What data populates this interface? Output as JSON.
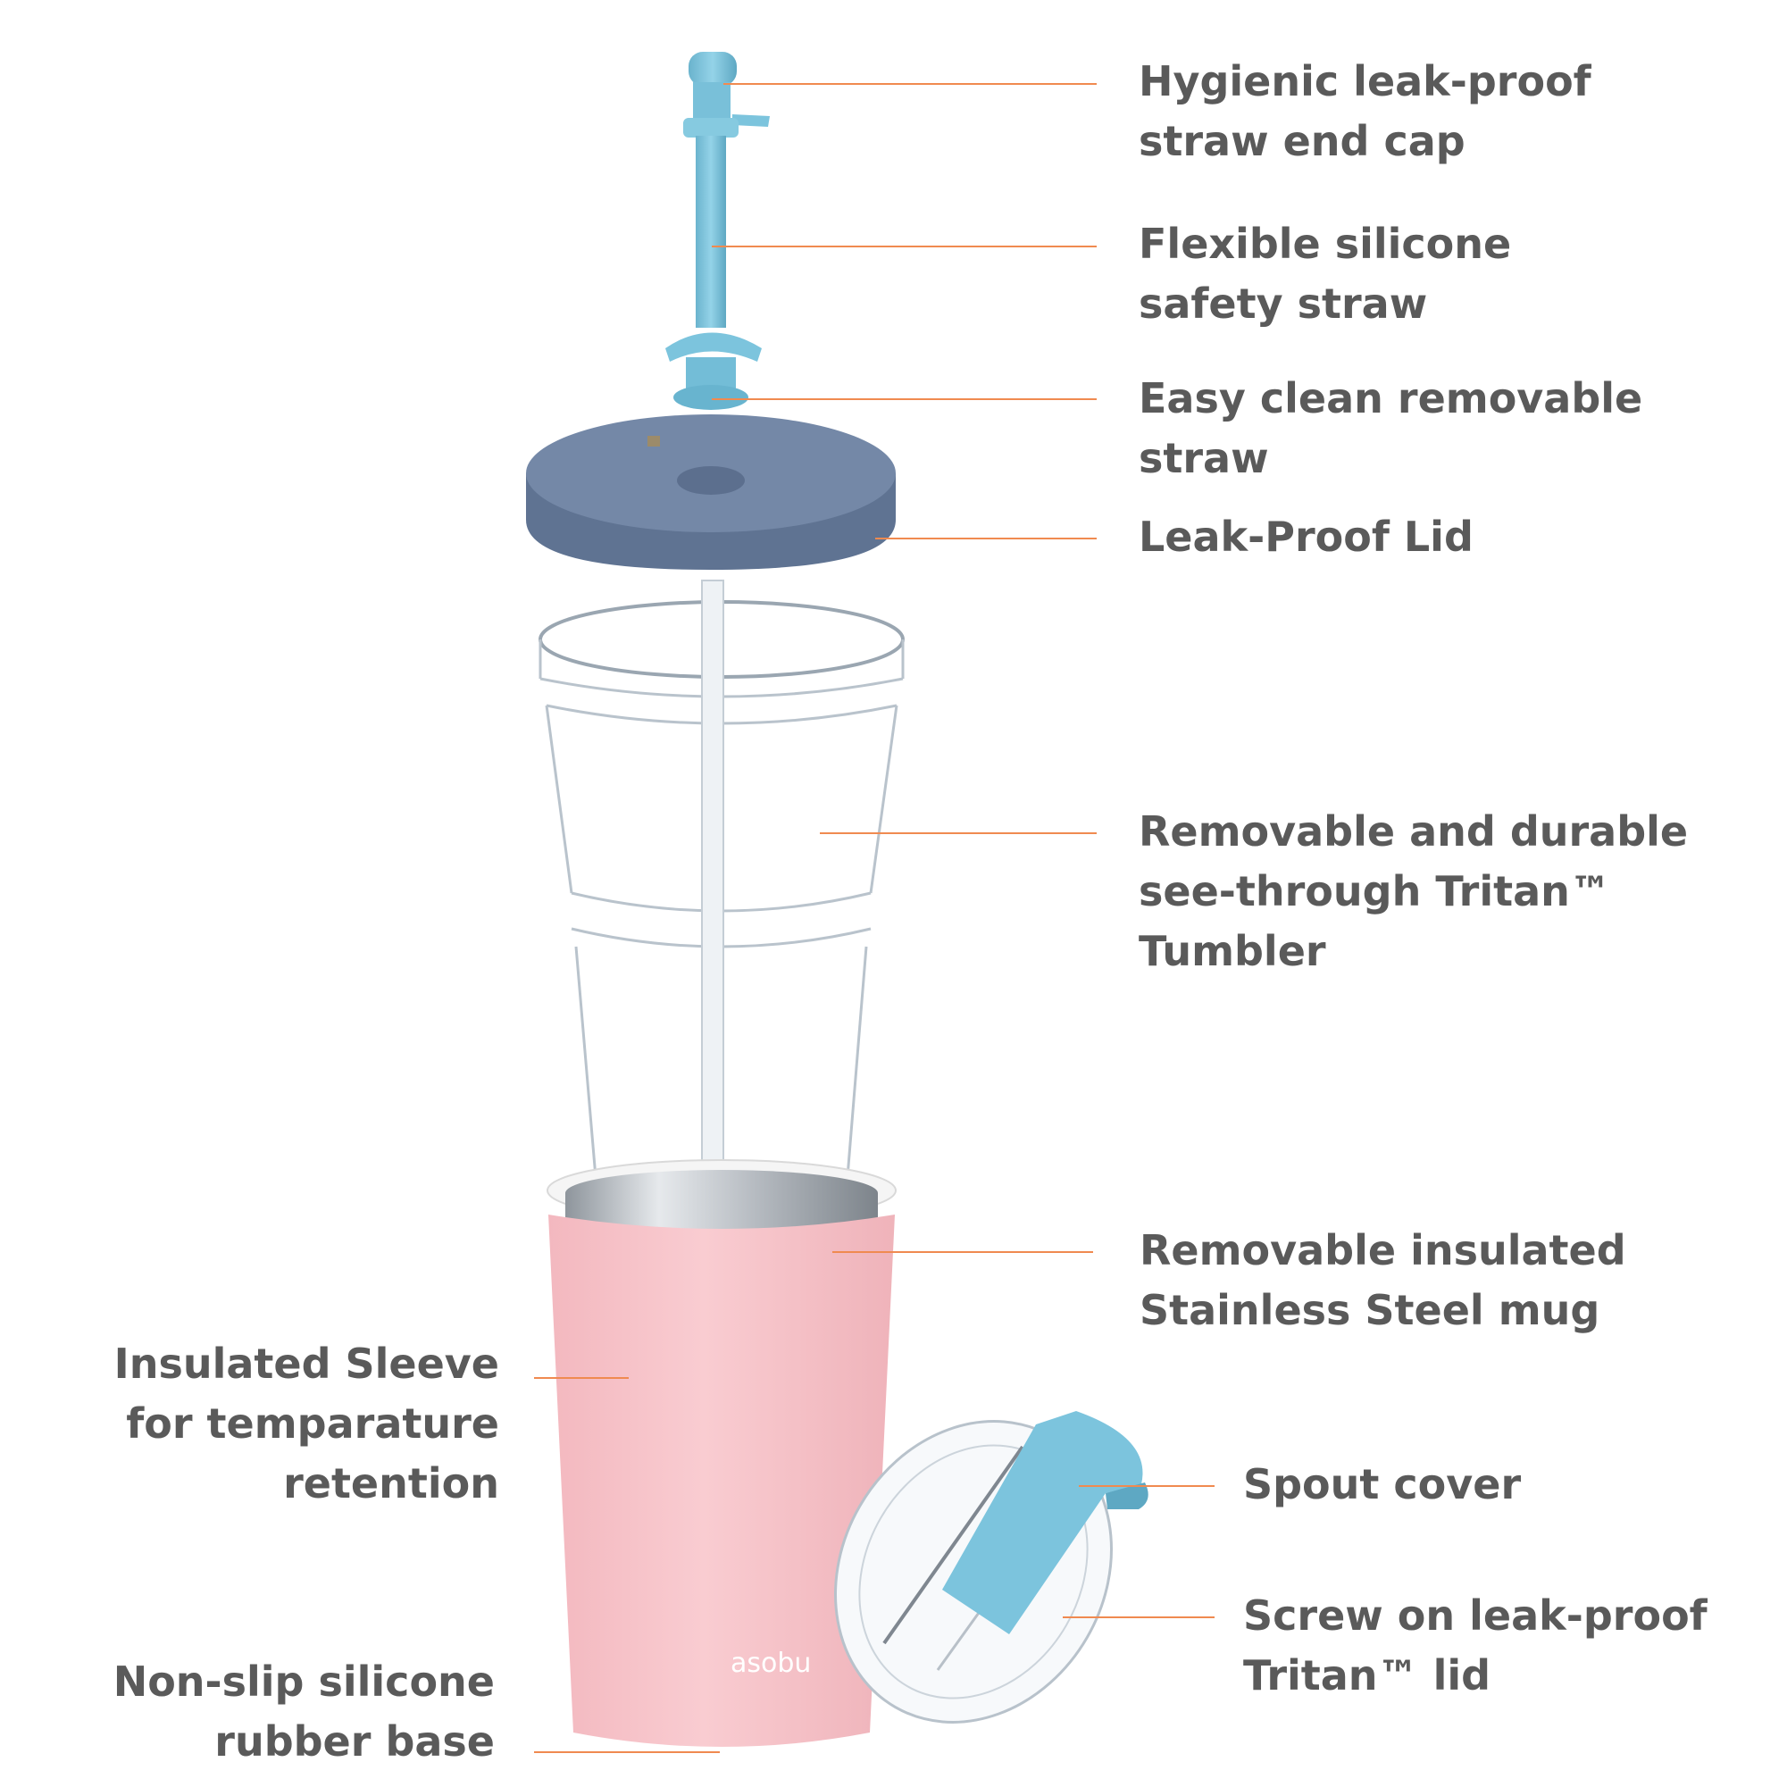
{
  "product": {
    "brand_logo_text": "asobu",
    "colors": {
      "straw": "#7cc4dd",
      "lid": "#6f85a5",
      "sleeve": "#f7c6cc",
      "steel": "#c9cdd2",
      "tritan": "#dfe7ee",
      "leader_line": "#f08a50",
      "label_text": "#5a5a5a"
    }
  },
  "callouts": {
    "straw_cap": {
      "line1": "Hygienic leak-proof",
      "line2": "straw end cap"
    },
    "straw": {
      "line1": "Flexible silicone",
      "line2": "safety straw"
    },
    "removable_straw": {
      "line1": "Easy clean removable",
      "line2": "straw"
    },
    "lid": {
      "line1": "Leak-Proof Lid"
    },
    "tumbler": {
      "line1": "Removable and durable",
      "line2": "see-through Tritan™",
      "line3": "Tumbler"
    },
    "mug": {
      "line1": "Removable insulated",
      "line2": "Stainless Steel mug"
    },
    "sleeve": {
      "line1": "Insulated Sleeve",
      "line2": "for temparature",
      "line3": "retention"
    },
    "base": {
      "line1": "Non-slip silicone",
      "line2": "rubber base"
    },
    "spout": {
      "line1": "Spout cover"
    },
    "screw_lid": {
      "line1": "Screw on leak-proof",
      "line2": "Tritan™ lid"
    }
  }
}
